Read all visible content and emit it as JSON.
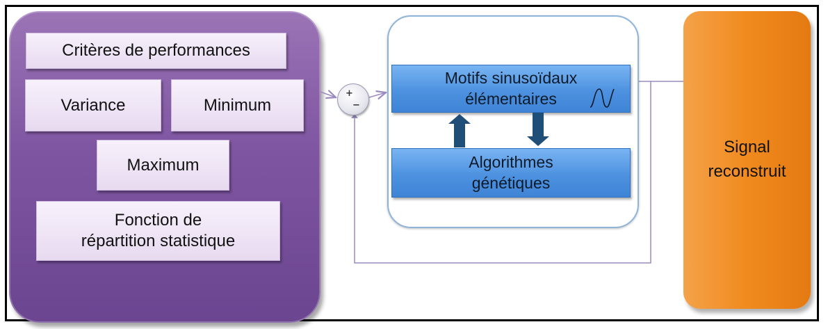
{
  "criteria": {
    "title": "Critères de performances",
    "items": [
      {
        "label": "Variance"
      },
      {
        "label": "Minimum"
      },
      {
        "label": "Maximum"
      },
      {
        "label": "Fonction de\nrépartition statistique"
      }
    ]
  },
  "summing_node": {
    "plus": "+",
    "minus": "−"
  },
  "optimization": {
    "top_box": "Motifs sinusoïdaux\nélémentaires",
    "bottom_box": "Algorithmes\ngénétiques"
  },
  "output": {
    "label": "Signal\nreconstruit"
  },
  "colors": {
    "criteria_panel": "#7e55a1",
    "criteria_box": "#ede3f5",
    "blue_box": "#4d92e0",
    "blue_border": "#8fb4d9",
    "output": "#f08a1e",
    "connector": "#9b8bbf",
    "arrow": "#1f4e79"
  }
}
